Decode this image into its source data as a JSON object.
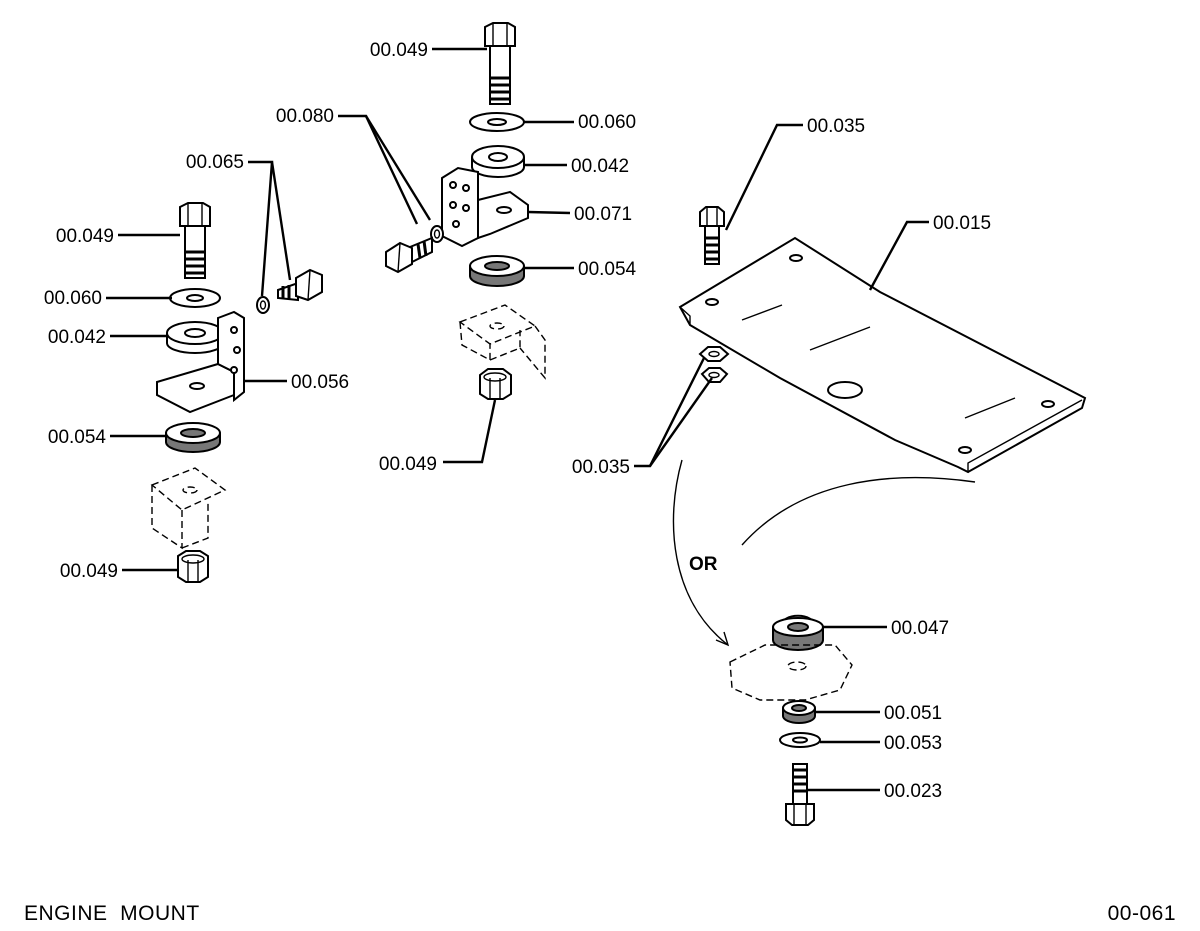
{
  "footer": {
    "title": "ENGINE  MOUNT",
    "code": "00-061"
  },
  "alternative_label": "OR",
  "callouts": {
    "c1": "00.049",
    "c2": "00.080",
    "c3": "00.060",
    "c4": "00.042",
    "c5": "00.071",
    "c6": "00.054",
    "c7": "00.049",
    "c8": "00.065",
    "c9": "00.049",
    "c10": "00.060",
    "c11": "00.042",
    "c12": "00.056",
    "c13": "00.054",
    "c14": "00.049",
    "c15": "00.035",
    "c16": "00.015",
    "c17": "00.035",
    "c18": "00.047",
    "c19": "00.051",
    "c20": "00.053",
    "c21": "00.023"
  }
}
